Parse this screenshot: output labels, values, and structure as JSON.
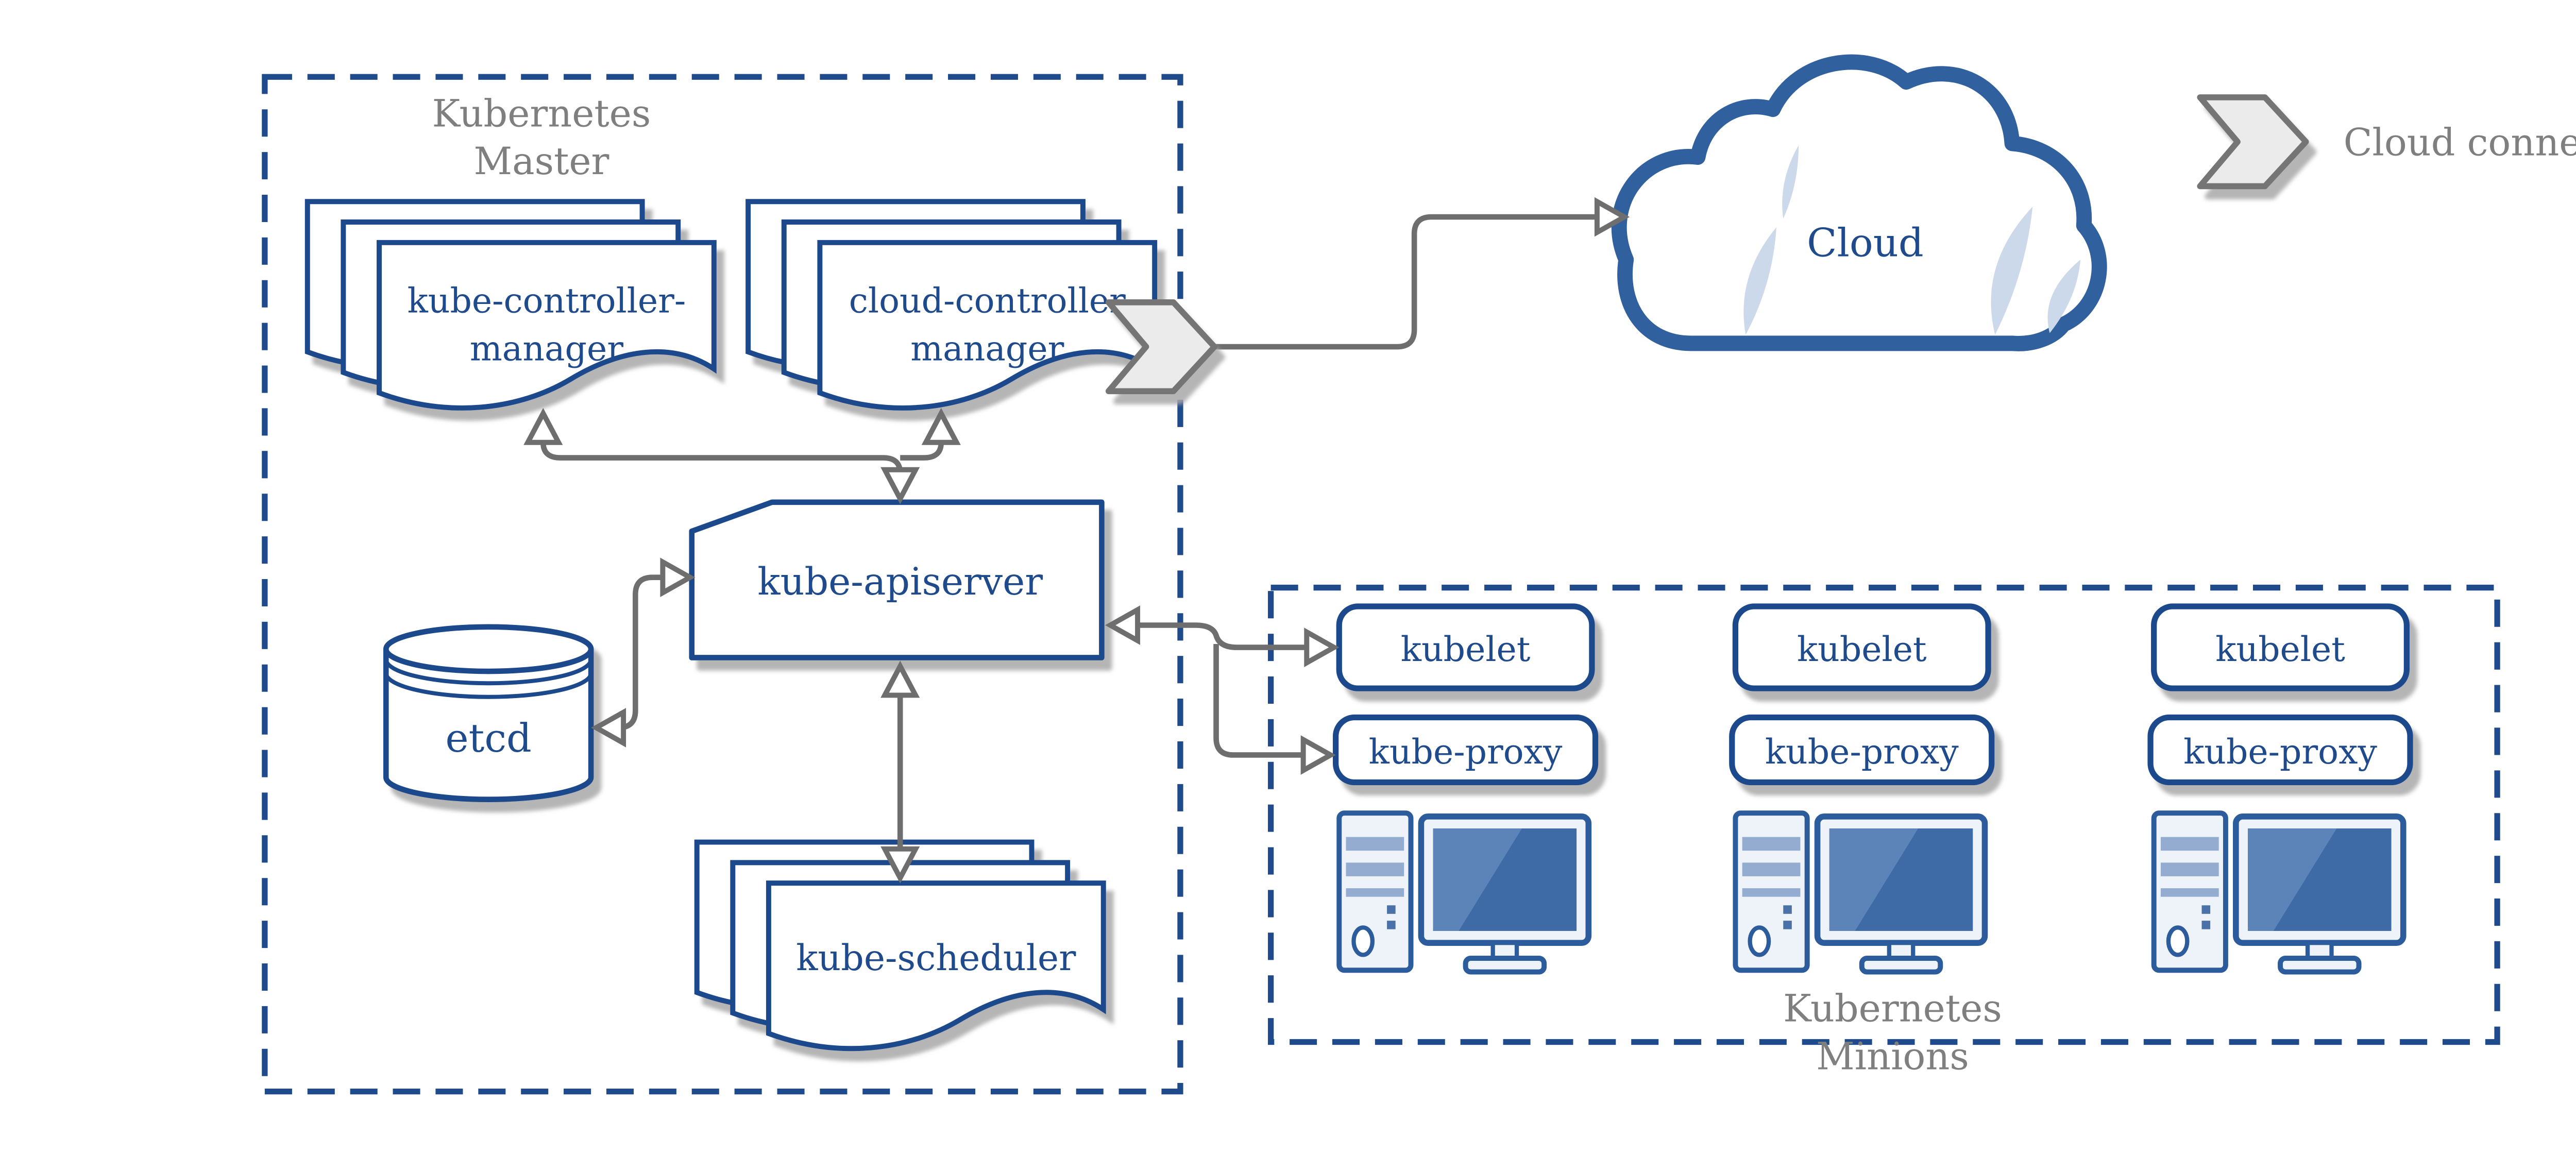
{
  "colors": {
    "navy": "#1f4a8c",
    "cloud_blue": "#30609e",
    "device_blue": "#2d5c9c",
    "screen_blue": "#3e6aa6",
    "screen_highlight": "#5d84b8",
    "stripe_blue": "#93acd0",
    "light_fill": "#eef3fa",
    "cloud_slash_blue": "#ccd9ea",
    "gray_text": "#7f7f7f",
    "arrow_gray": "#6e6e6e",
    "chevron_fill": "#ebebeb",
    "chevron_stroke": "#757575",
    "shadow": "#a8a8a8"
  },
  "master": {
    "title_lines": [
      "Kubernetes",
      "Master"
    ],
    "controller_manager_lines": [
      "kube-controller-",
      "manager"
    ],
    "cloud_controller_manager_lines": [
      "cloud-controller",
      "manager"
    ],
    "apiserver_label": "kube-apiserver",
    "etcd_label": "etcd",
    "scheduler_label": "kube-scheduler"
  },
  "cloud": {
    "label": "Cloud"
  },
  "legend": {
    "label": "Cloud connector"
  },
  "minions": {
    "title_lines": [
      "Kubernetes",
      "Minions"
    ],
    "columns": [
      {
        "kubelet": "kubelet",
        "kube_proxy": "kube-proxy"
      },
      {
        "kubelet": "kubelet",
        "kube_proxy": "kube-proxy"
      },
      {
        "kubelet": "kubelet",
        "kube_proxy": "kube-proxy"
      }
    ]
  }
}
